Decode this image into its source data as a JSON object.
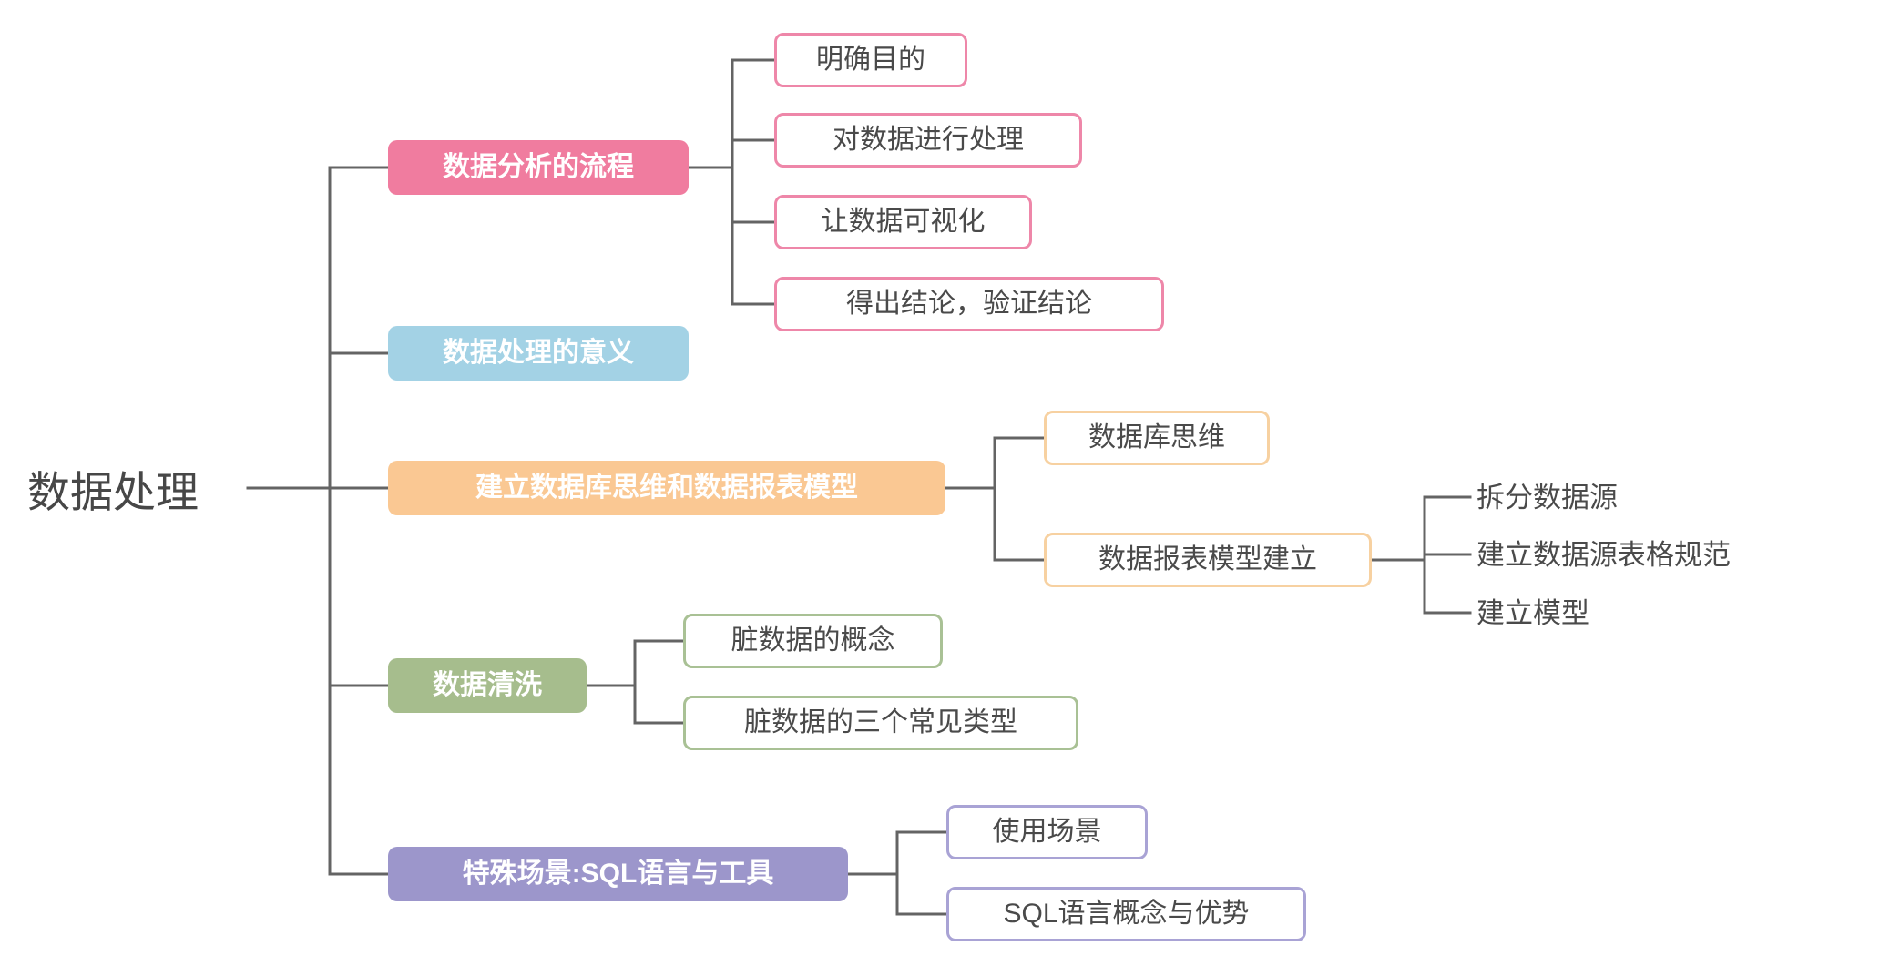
{
  "root": {
    "label": "数据处理"
  },
  "colors": {
    "line": "#646464",
    "text_dark": "#4a4a4a",
    "pink_fill": "#F07C9F",
    "pink_border": "#EE87A9",
    "blue_fill": "#A3D2E5",
    "orange_fill": "#FAC893",
    "orange_border": "#F7D1A1",
    "green_fill": "#A6BD8D",
    "green_border": "#A9C195",
    "purple_fill": "#9C96CB",
    "purple_border": "#A9A3D5"
  },
  "branches": [
    {
      "label": "数据分析的流程",
      "children": [
        "明确目的",
        "对数据进行处理",
        "让数据可视化",
        "得出结论，验证结论"
      ]
    },
    {
      "label": "数据处理的意义",
      "children": []
    },
    {
      "label": "建立数据库思维和数据报表模型",
      "children": [
        "数据库思维",
        "数据报表模型建立"
      ],
      "grandchildren": [
        "拆分数据源",
        "建立数据源表格规范",
        "建立模型"
      ]
    },
    {
      "label": "数据清洗",
      "children": [
        "脏数据的概念",
        "脏数据的三个常见类型"
      ]
    },
    {
      "label": "特殊场景:SQL语言与工具",
      "children": [
        "使用场景",
        "SQL语言概念与优势"
      ]
    }
  ]
}
